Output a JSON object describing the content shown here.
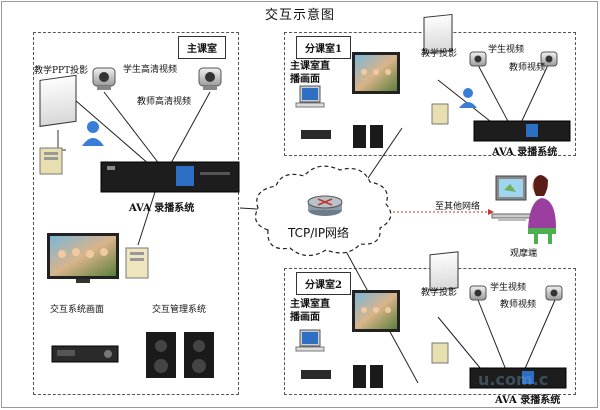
{
  "title": "交互示意图",
  "main_room": {
    "tag": "主课室",
    "ppt_label": "教学PPT投影",
    "student_cam_label": "学生高清视频",
    "teacher_cam_label": "教师高清视频",
    "recorder_label": "AVA 录播系统",
    "screen_label": "交互系统画面",
    "mgmt_label": "交互管理系统"
  },
  "branch1": {
    "tag": "分课室1",
    "live_label_1": "主课室直",
    "live_label_2": "播画面",
    "ppt_label": "教学投影",
    "student_cam_label": "学生视频",
    "teacher_cam_label": "教师视频",
    "recorder_label": "AVA 录播系统"
  },
  "branch2": {
    "tag": "分课室2",
    "live_label_1": "主课室直",
    "live_label_2": "播画面",
    "ppt_label": "教学投影",
    "student_cam_label": "学生视频",
    "teacher_cam_label": "教师视频",
    "recorder_label": "AVA 录播系统"
  },
  "network": {
    "label": "TCP/IP网络",
    "other_label": "至其他网络",
    "viewer_label": "观摩端"
  },
  "watermark": {
    "text1": "u.com.c"
  }
}
